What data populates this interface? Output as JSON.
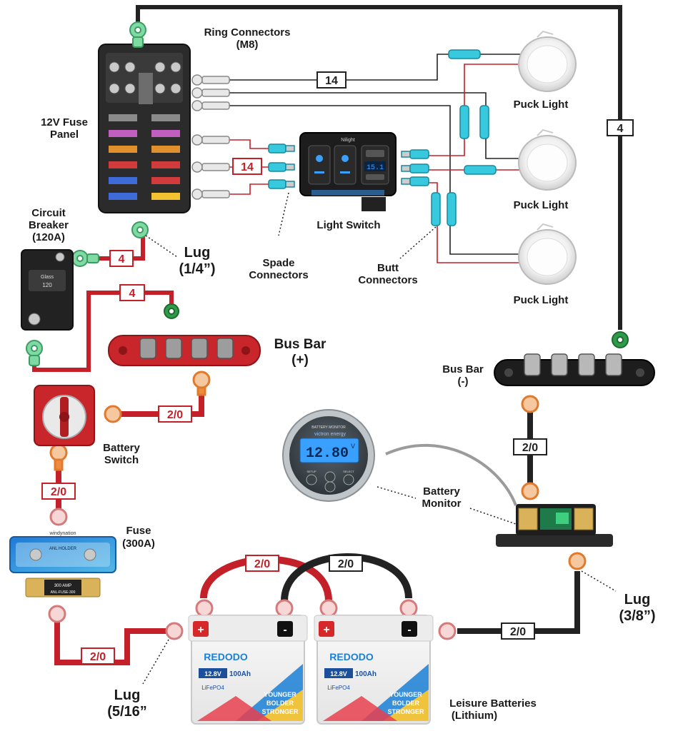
{
  "labels": {
    "ring_connectors": [
      "Ring Connectors",
      "(M8)"
    ],
    "fuse_panel": [
      "12V Fuse",
      "Panel"
    ],
    "circuit_breaker": [
      "Circuit",
      "Breaker",
      "(120A)"
    ],
    "lug_quarter": [
      "Lug",
      "(1/4”)"
    ],
    "spade_connectors": [
      "Spade",
      "Connectors"
    ],
    "light_switch": "Light Switch",
    "butt_connectors": [
      "Butt",
      "Connectors"
    ],
    "puck_light_1": "Puck Light",
    "puck_light_2": "Puck Light",
    "puck_light_3": "Puck Light",
    "bus_bar_pos": [
      "Bus Bar",
      "(+)"
    ],
    "bus_bar_neg": [
      "Bus Bar",
      "(-)"
    ],
    "battery_switch": [
      "Battery",
      "Switch"
    ],
    "battery_monitor": [
      "Battery",
      "Monitor"
    ],
    "fuse": [
      "Fuse",
      "(300A)"
    ],
    "lug_three_eighths": [
      "Lug",
      "(3/8”)"
    ],
    "lug_five_sixteenths": [
      "Lug",
      "(5/16”"
    ],
    "leisure_batteries": [
      "Leisure Batteries",
      "(Lithium)"
    ]
  },
  "gauges": {
    "light_feed": "14",
    "switch_feed": "14",
    "ground_main": "4",
    "breaker_panel": "4",
    "breaker_busbar": "4",
    "busbar_switch": "2/0",
    "switch_fuse": "2/0",
    "fuse_battery": "2/0",
    "battery_link_pos": "2/0",
    "battery_link_neg": "2/0",
    "monitor_busbar": "2/0",
    "battery_shunt": "2/0"
  },
  "device_text": {
    "monitor_voltage": "12.80",
    "monitor_unit": "V",
    "monitor_brand": "victron energy",
    "monitor_model": "BATTERY MONITOR",
    "monitor_btn_setup": "SETUP",
    "monitor_btn_select": "SELECT",
    "usb_voltage": "15.1",
    "switch_brand": "Nilight",
    "breaker_brand": "Glass",
    "breaker_rating": "120",
    "fuse_brand": "windynation",
    "fuse_holder_text": "ANL HOLDER",
    "fuse_blade_text": "300 AMP",
    "fuse_blade_model": "ANL-FUSE-300",
    "battery_brand_1": "REDODO",
    "battery_brand_2": "REDODO",
    "battery_spec_v": "12.8V",
    "battery_spec_ah": "100Ah",
    "battery_chem": "LiFePO4",
    "battery_slogan": [
      "YOUNGER",
      "BOLDER",
      "STRONGER"
    ],
    "terminal_pos": "+",
    "terminal_neg": "-"
  },
  "colors": {
    "red_wire": "#c4202a",
    "black_wire": "#222222",
    "positive_terminal": "#d62828",
    "lug_green": "#7ed9a3",
    "lug_orange": "#f08a3c",
    "connector_blue": "#39c9df",
    "lcd_blue": "#3aa0ff"
  }
}
